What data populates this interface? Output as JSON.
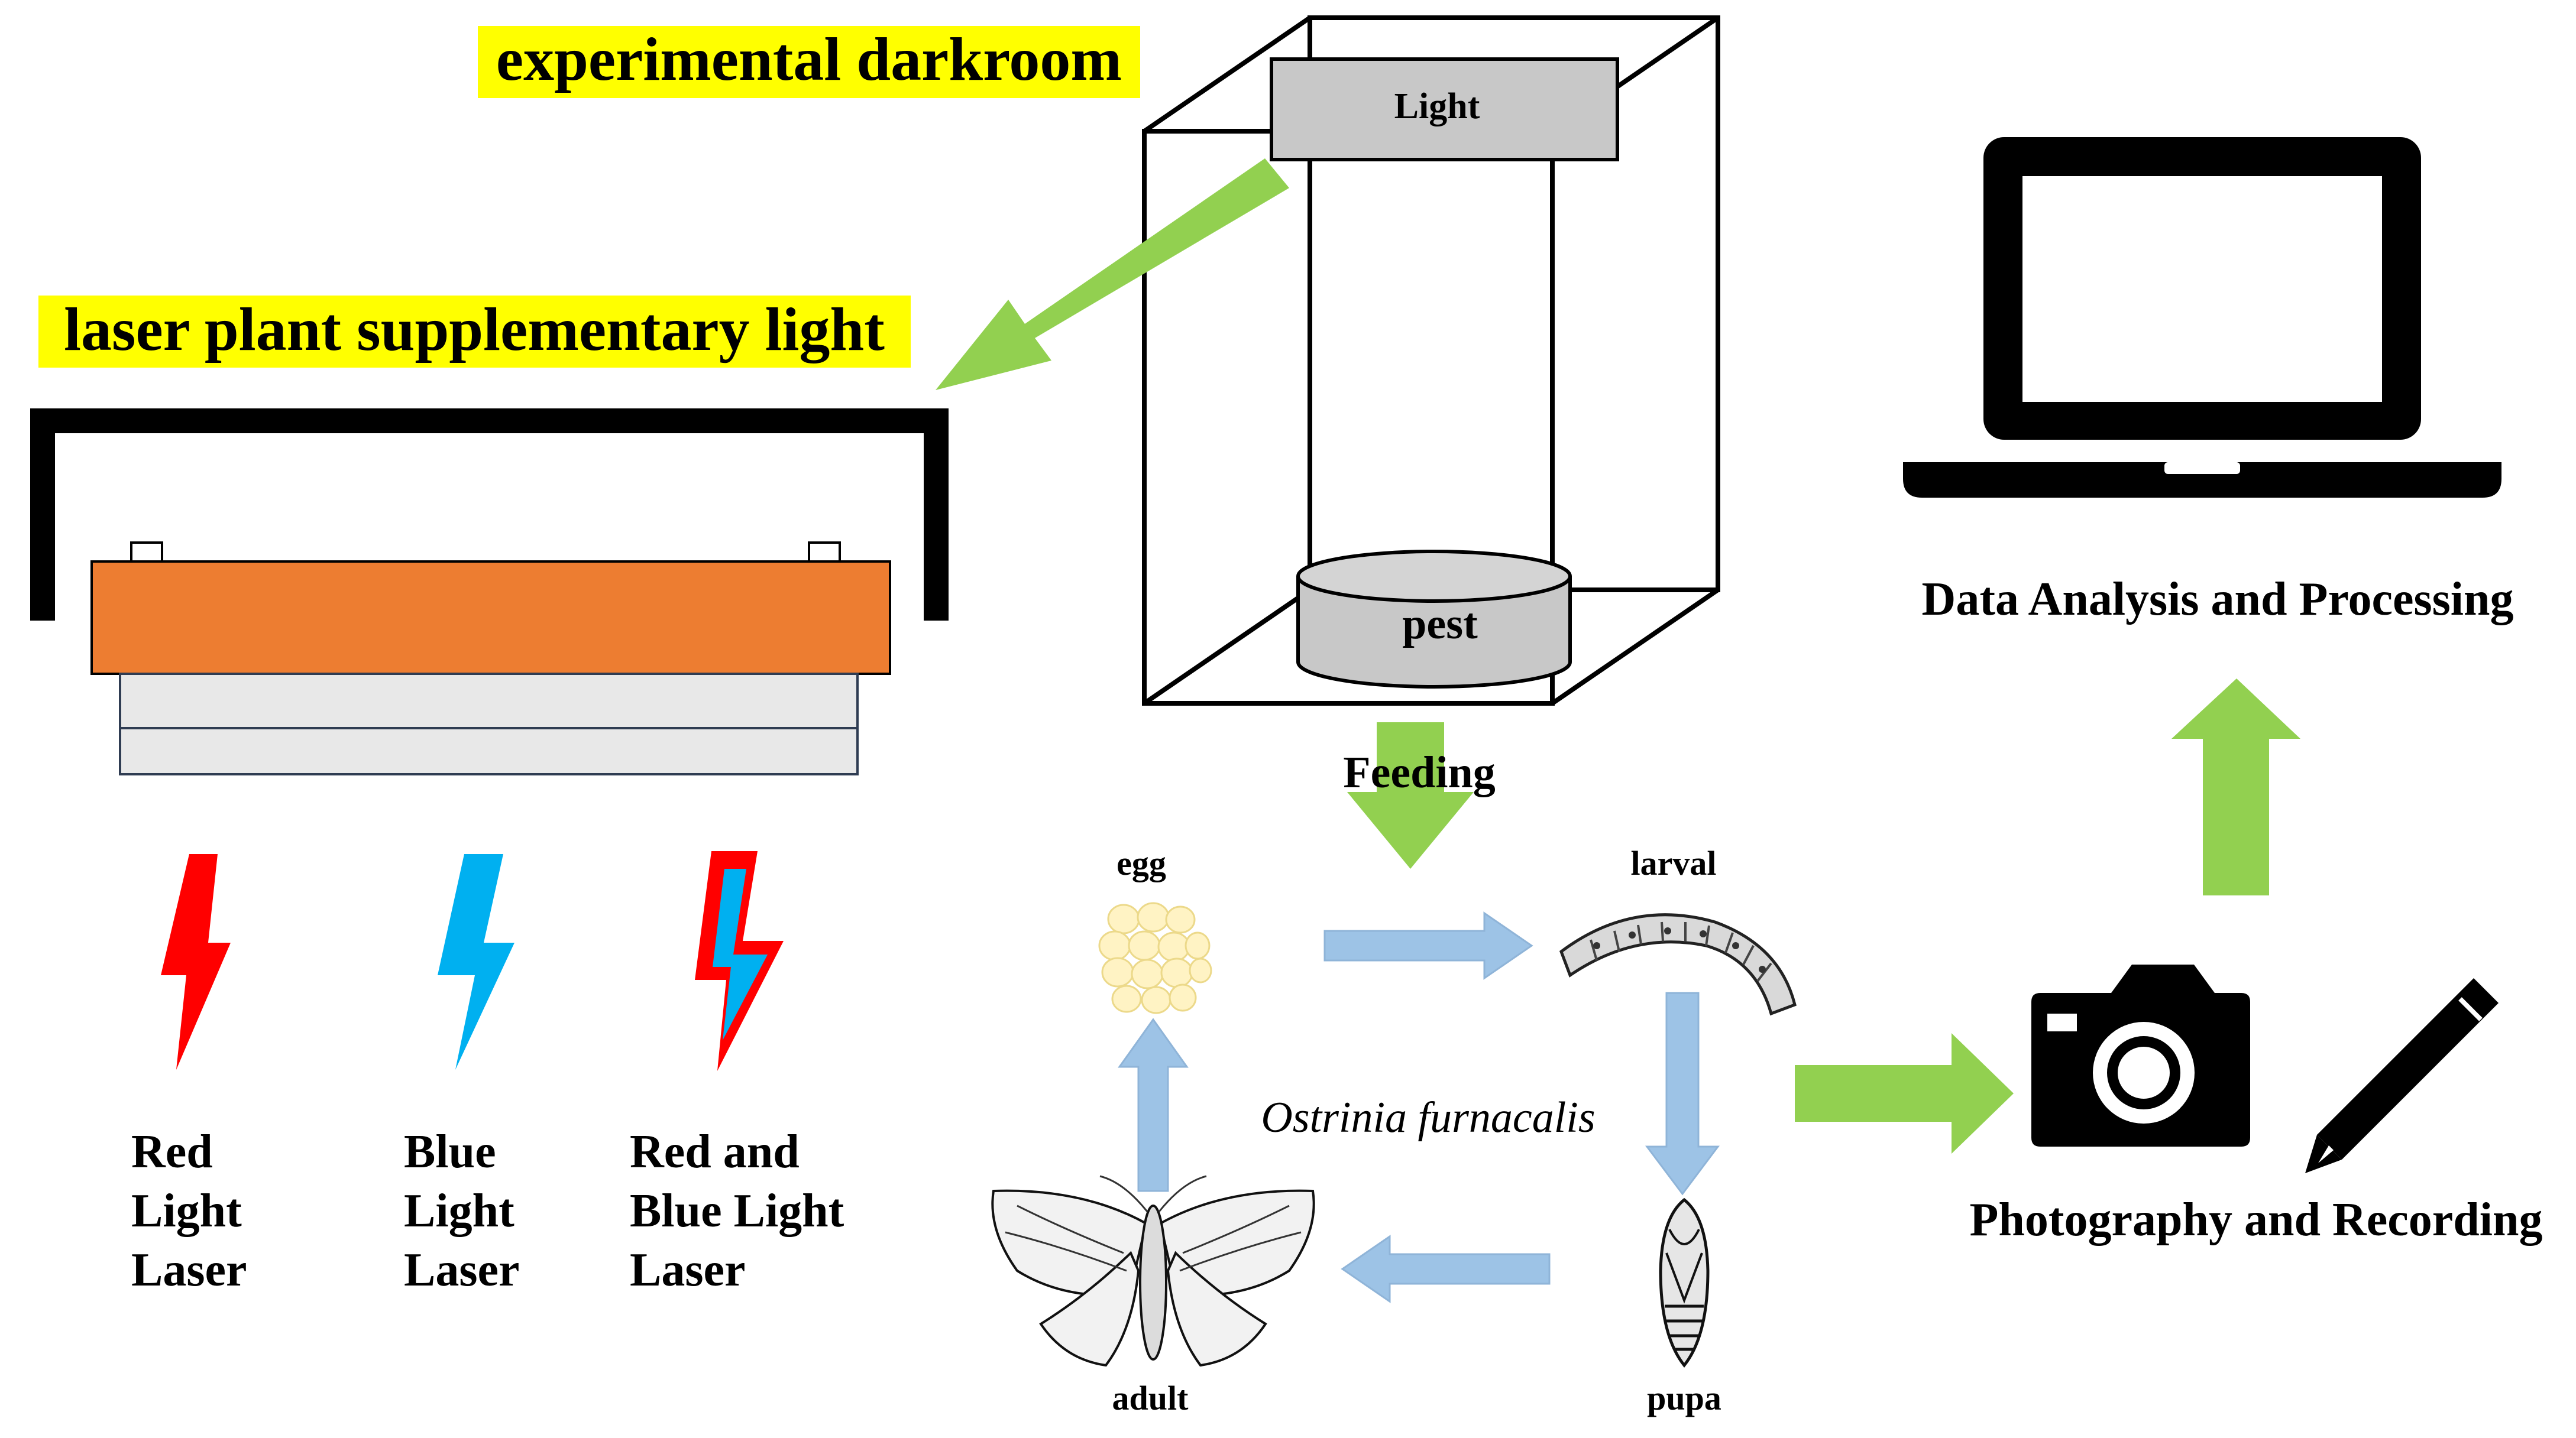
{
  "labels": {
    "experimental_darkroom": "experimental darkroom",
    "laser_light": "laser plant supplementary light",
    "light": "Light",
    "pest": "pest",
    "feeding": "Feeding",
    "data_analysis": "Data Analysis and Processing",
    "photography": "Photography and Recording",
    "species": "Ostrinia furnacalis",
    "stage_egg": "egg",
    "stage_larval": "larval",
    "stage_pupa": "pupa",
    "stage_adult": "adult"
  },
  "lasers": [
    {
      "lines": [
        "Red",
        "Light",
        "Laser"
      ],
      "color": "#ff0000"
    },
    {
      "lines": [
        "Blue",
        "Light",
        "Laser"
      ],
      "color": "#00b0f0"
    },
    {
      "lines": [
        "Red and",
        "Blue Light",
        "Laser"
      ],
      "color": "#ff0000",
      "inner_color": "#00b0f0"
    }
  ],
  "colors": {
    "flow_arrow": "#92d050",
    "cycle_arrow": "#9dc3e6",
    "highlight": "#ffff00",
    "fixture_body": "#ed7d31",
    "box_gray": "#c8c8c8"
  },
  "icons": {
    "computer": "laptop-icon",
    "camera": "camera-icon",
    "pencil": "pencil-icon"
  }
}
